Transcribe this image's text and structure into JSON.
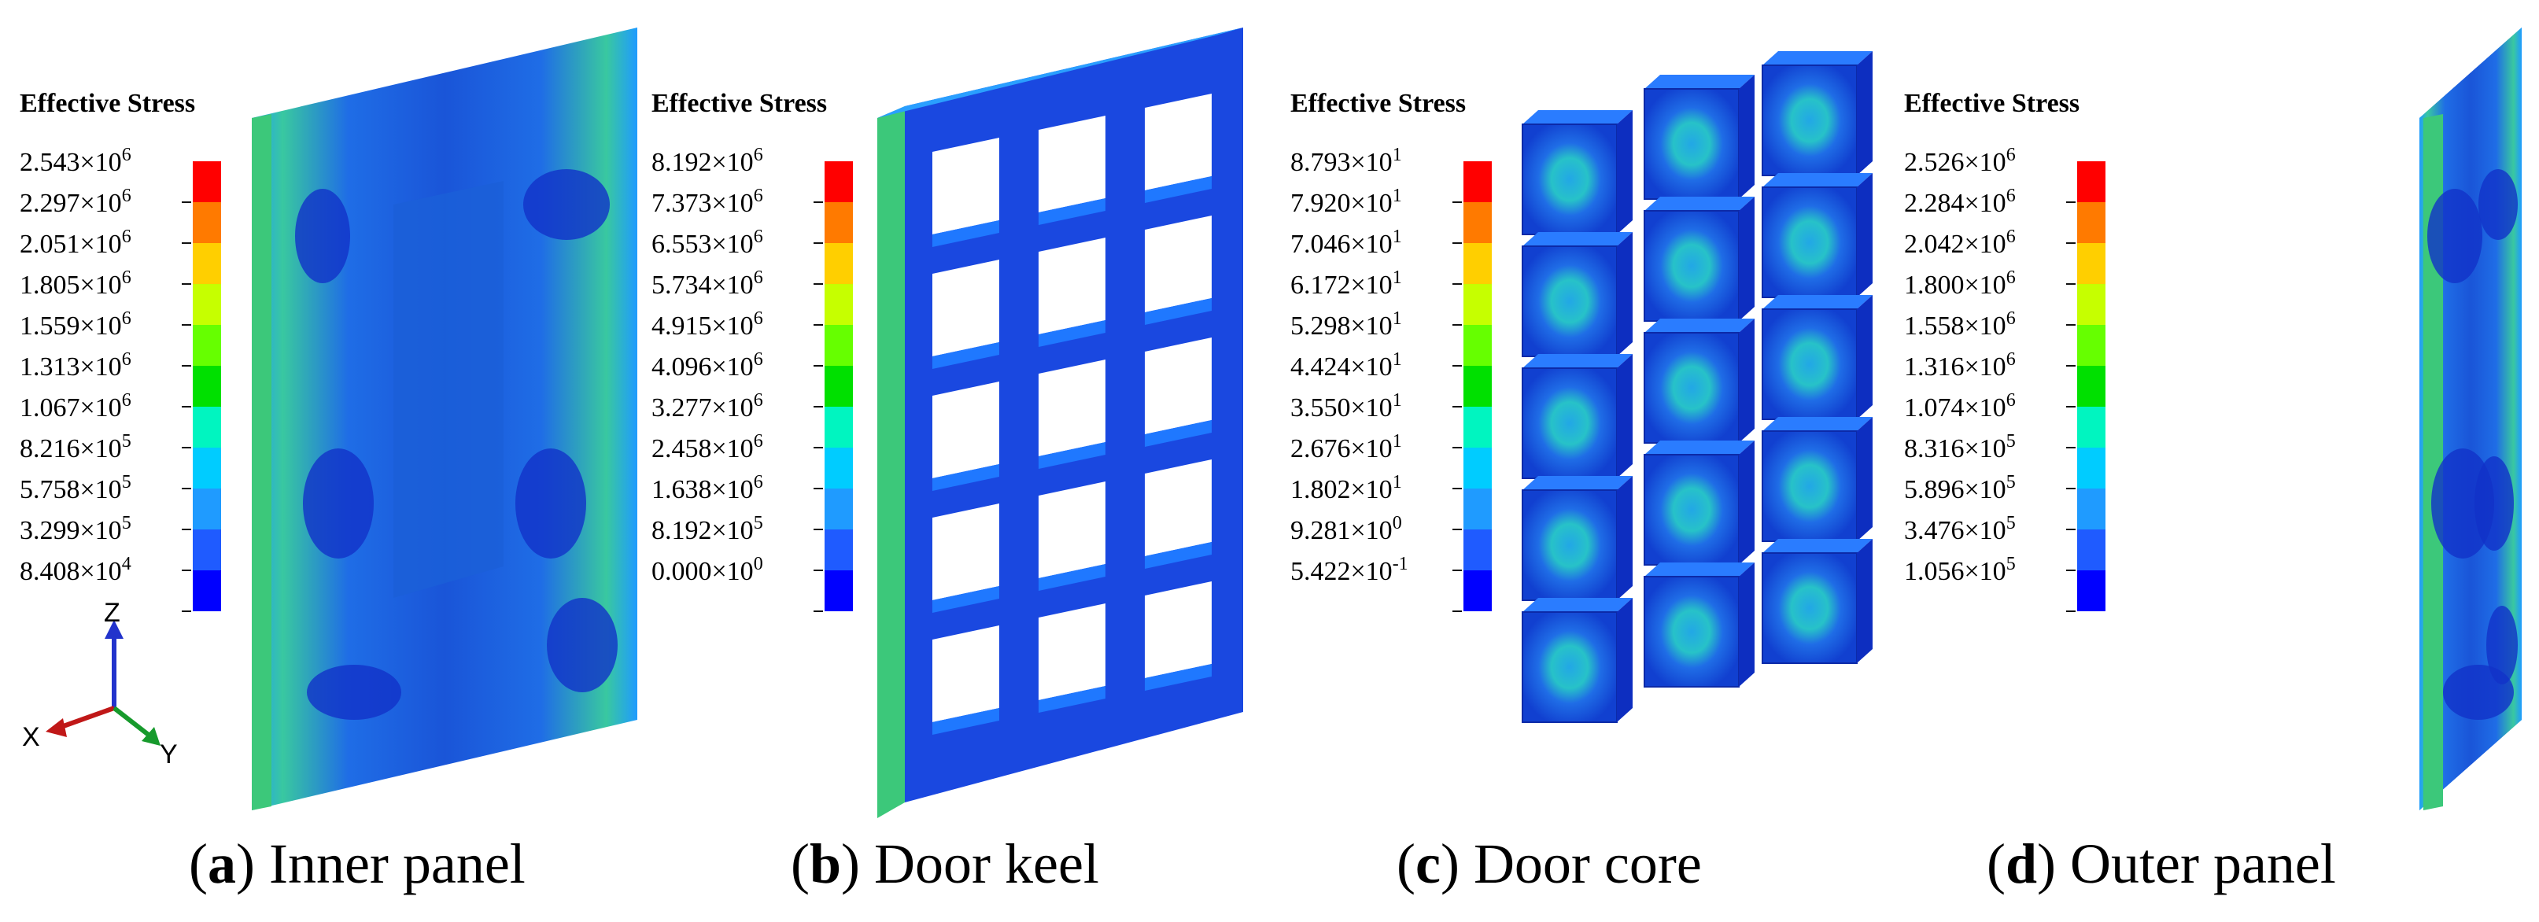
{
  "legend_title": "Effective Stress",
  "colorbar": [
    "#ff0000",
    "#ff7a00",
    "#ffcf00",
    "#c6ff00",
    "#66ff00",
    "#00e000",
    "#00f5c0",
    "#00ccff",
    "#1f9bff",
    "#1f5bff",
    "#0000ff"
  ],
  "panels": [
    {
      "id": "a",
      "caption_letter": "a",
      "caption_text": " Inner panel",
      "ticks": [
        {
          "m": "2.543",
          "e": "6"
        },
        {
          "m": "2.297",
          "e": "6"
        },
        {
          "m": "2.051",
          "e": "6"
        },
        {
          "m": "1.805",
          "e": "6"
        },
        {
          "m": "1.559",
          "e": "6"
        },
        {
          "m": "1.313",
          "e": "6"
        },
        {
          "m": "1.067",
          "e": "6"
        },
        {
          "m": "8.216",
          "e": "5"
        },
        {
          "m": "5.758",
          "e": "5"
        },
        {
          "m": "3.299",
          "e": "5"
        },
        {
          "m": "8.408",
          "e": "4"
        }
      ]
    },
    {
      "id": "b",
      "caption_letter": "b",
      "caption_text": " Door keel",
      "ticks": [
        {
          "m": "8.192",
          "e": "6"
        },
        {
          "m": "7.373",
          "e": "6"
        },
        {
          "m": "6.553",
          "e": "6"
        },
        {
          "m": "5.734",
          "e": "6"
        },
        {
          "m": "4.915",
          "e": "6"
        },
        {
          "m": "4.096",
          "e": "6"
        },
        {
          "m": "3.277",
          "e": "6"
        },
        {
          "m": "2.458",
          "e": "6"
        },
        {
          "m": "1.638",
          "e": "6"
        },
        {
          "m": "8.192",
          "e": "5"
        },
        {
          "m": "0.000",
          "e": "0"
        }
      ]
    },
    {
      "id": "c",
      "caption_letter": "c",
      "caption_text": " Door core",
      "ticks": [
        {
          "m": "8.793",
          "e": "1"
        },
        {
          "m": "7.920",
          "e": "1"
        },
        {
          "m": "7.046",
          "e": "1"
        },
        {
          "m": "6.172",
          "e": "1"
        },
        {
          "m": "5.298",
          "e": "1"
        },
        {
          "m": "4.424",
          "e": "1"
        },
        {
          "m": "3.550",
          "e": "1"
        },
        {
          "m": "2.676",
          "e": "1"
        },
        {
          "m": "1.802",
          "e": "1"
        },
        {
          "m": "9.281",
          "e": "0"
        },
        {
          "m": "5.422",
          "e": "-1"
        }
      ]
    },
    {
      "id": "d",
      "caption_letter": "d",
      "caption_text": " Outer panel",
      "ticks": [
        {
          "m": "2.526",
          "e": "6"
        },
        {
          "m": "2.284",
          "e": "6"
        },
        {
          "m": "2.042",
          "e": "6"
        },
        {
          "m": "1.800",
          "e": "6"
        },
        {
          "m": "1.558",
          "e": "6"
        },
        {
          "m": "1.316",
          "e": "6"
        },
        {
          "m": "1.074",
          "e": "6"
        },
        {
          "m": "8.316",
          "e": "5"
        },
        {
          "m": "5.896",
          "e": "5"
        },
        {
          "m": "3.476",
          "e": "5"
        },
        {
          "m": "1.056",
          "e": "5"
        }
      ]
    }
  ],
  "triad": {
    "z": "Z",
    "x": "X",
    "y": "Y"
  }
}
